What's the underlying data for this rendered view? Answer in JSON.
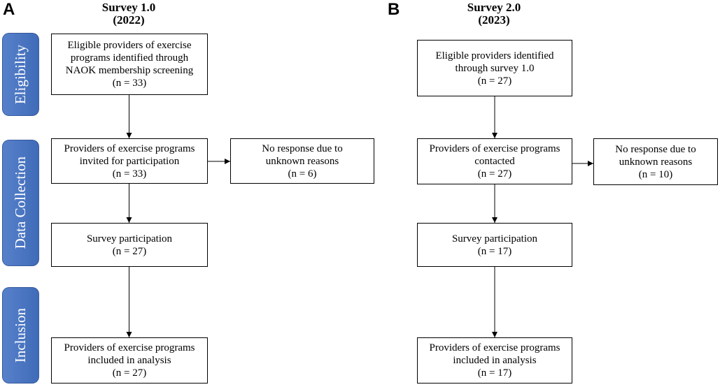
{
  "colors": {
    "stage_fill": "#4472C4",
    "stage_text": "#FFFFFF",
    "box_border": "#000000",
    "arrow": "#000000"
  },
  "stages": {
    "eligibility": "Eligibility",
    "data_collection": "Data Collection",
    "inclusion": "Inclusion"
  },
  "panel_a": {
    "label": "A",
    "title": "Survey 1.0",
    "year": "(2022)",
    "eligible": {
      "lines": [
        "Eligible providers of exercise",
        "programs identified through",
        "NAOK membership screening",
        "(n = 33)"
      ]
    },
    "invited": {
      "lines": [
        "Providers of exercise programs",
        "invited for participation",
        "(n = 33)"
      ]
    },
    "no_response": {
      "lines": [
        "No response due to",
        "unknown reasons",
        "(n = 6)"
      ]
    },
    "participation": {
      "lines": [
        "Survey participation",
        "(n = 27)"
      ]
    },
    "included": {
      "lines": [
        "Providers of exercise programs",
        "included in analysis",
        "(n = 27)"
      ]
    }
  },
  "panel_b": {
    "label": "B",
    "title": "Survey 2.0",
    "year": "(2023)",
    "eligible": {
      "lines": [
        "Eligible providers identified",
        "through survey 1.0",
        "(n = 27)"
      ]
    },
    "contacted": {
      "lines": [
        "Providers of exercise programs",
        "contacted",
        "(n = 27)"
      ]
    },
    "no_response": {
      "lines": [
        "No response due to",
        "unknown reasons",
        "(n = 10)"
      ]
    },
    "participation": {
      "lines": [
        "Survey participation",
        "(n = 17)"
      ]
    },
    "included": {
      "lines": [
        "Providers of exercise programs",
        "included in analysis",
        "(n = 17)"
      ]
    }
  }
}
